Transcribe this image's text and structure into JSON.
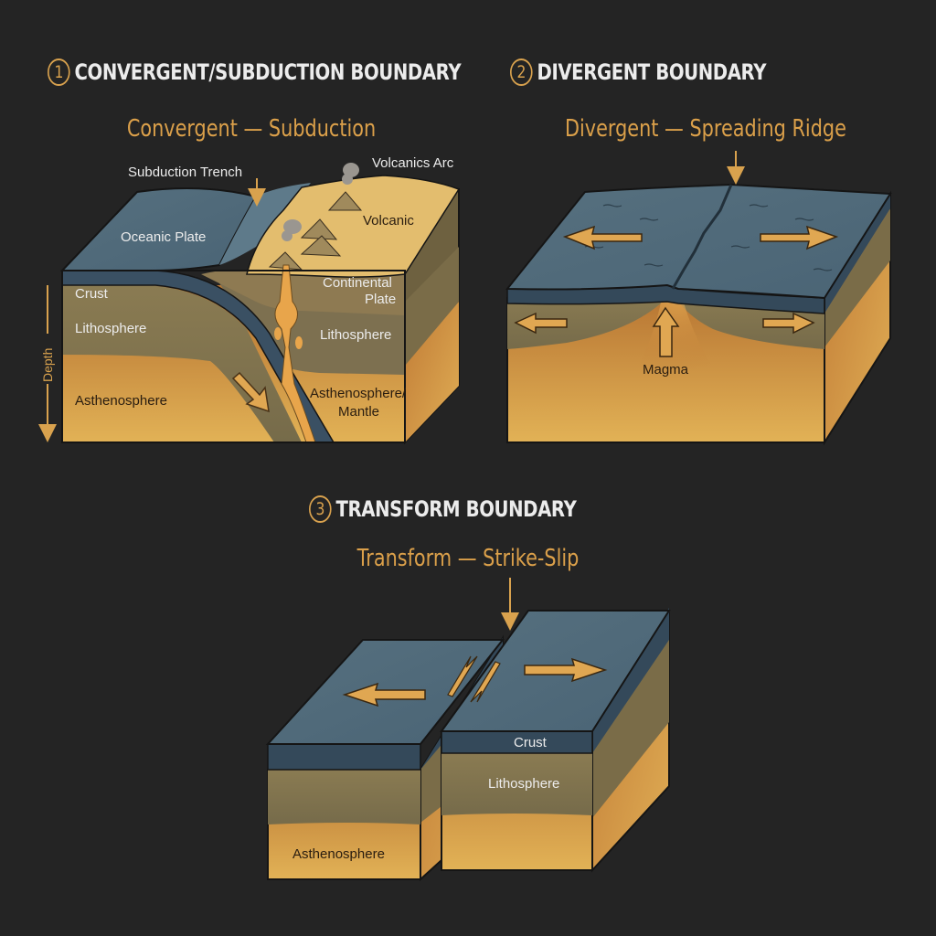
{
  "colors": {
    "background": "#242424",
    "accent": "#d9a24e",
    "title": "#ececec",
    "ocean": "#4c6677",
    "crust": "#34495a",
    "lithosphere": "#7f7350",
    "asthenosphere": "#c7883c",
    "continent": "#e3bd6e"
  },
  "sections": [
    {
      "number": "1",
      "title": "CONVERGENT/SUBDUCTION BOUNDARY",
      "subtitle": "Convergent — Subduction",
      "labels": {
        "trench": "Subduction Trench",
        "arc": "Volcanics Arc",
        "volcanic": "Volcanic",
        "oceanic_plate": "Oceanic Plate",
        "continental_plate_1": "Continental",
        "continental_plate_2": "Plate",
        "crust": "Crust",
        "lithosphere_left": "Lithosphere",
        "lithosphere_right": "Lithosphere",
        "asthenosphere": "Asthenosphere",
        "mantle_1": "Asthenosphere/",
        "mantle_2": "Mantle",
        "depth": "Depth"
      }
    },
    {
      "number": "2",
      "title": "DIVERGENT BOUNDARY",
      "subtitle": "Divergent — Spreading Ridge",
      "labels": {
        "magma": "Magma"
      }
    },
    {
      "number": "3",
      "title": "TRANSFORM BOUNDARY",
      "subtitle": "Transform — Strike-Slip",
      "labels": {
        "crust": "Crust",
        "lithosphere": "Lithosphere",
        "asthenosphere": "Asthenosphere"
      }
    }
  ]
}
